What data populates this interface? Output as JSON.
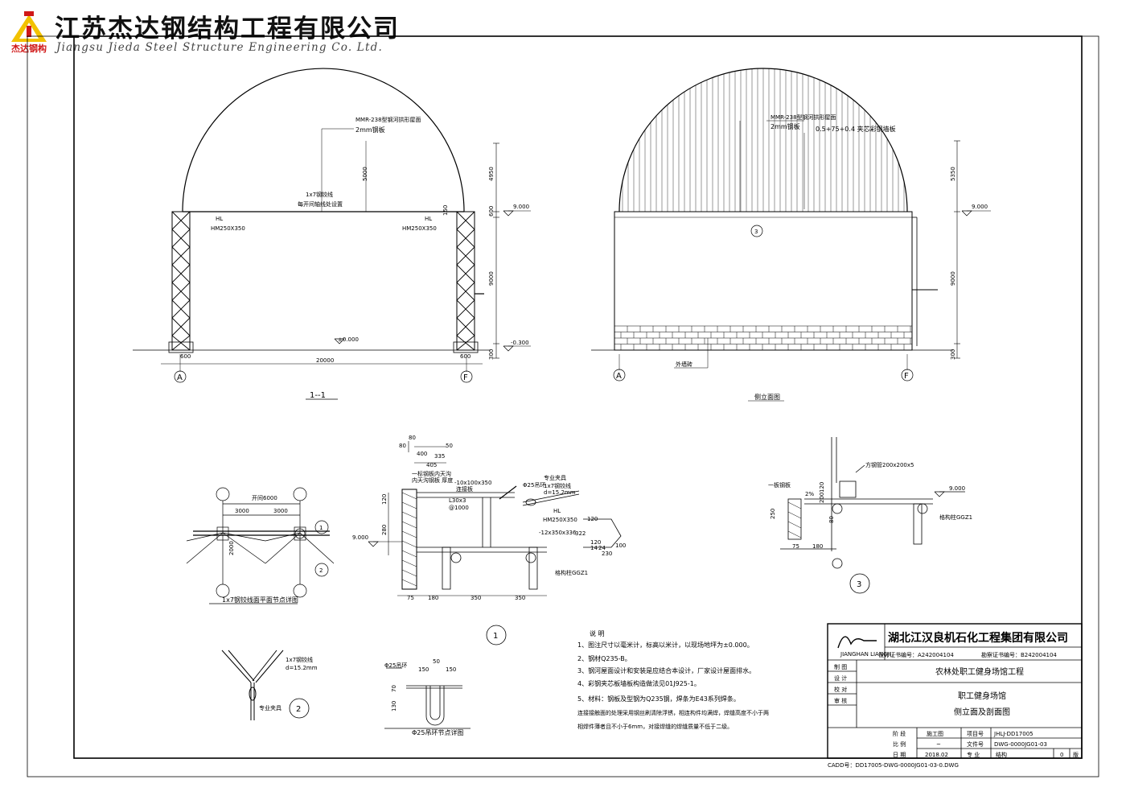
{
  "header": {
    "company_cn": "江苏杰达钢结构工程有限公司",
    "company_en": "Jiangsu Jieda Steel Structure Engineering Co. Ltd.",
    "logo_text": "杰达钢构"
  },
  "section_view": {
    "roof_label": "MMR-238型钢河拱形屋面",
    "roof_sub": "2mm钢板",
    "tie_label": "1x7钢铰线",
    "tie_sub": "每开间轴线处设置",
    "left_beam_1": "HL",
    "left_beam_2": "HM250X350",
    "right_beam_1": "HL",
    "right_beam_2": "HM250X350",
    "dim_rise": "5000",
    "dim_4950": "4950",
    "dim_600": "600",
    "dim_9000": "9000",
    "dim_300": "300",
    "dim_span": "20000",
    "dim_left_600": "600",
    "dim_right_600": "600",
    "dim_150": "150",
    "elev_top": "9.000",
    "elev_zero": "±0.000",
    "elev_bottom": "-0.300",
    "axis_a": "A",
    "axis_f": "F",
    "title": "1--1"
  },
  "side_view": {
    "roof_label": "MMR-238型钢河拱形屋面",
    "roof_sub": "2mm钢板",
    "wall_label": "0.5+75+0.4 夹芯彩钢墙板",
    "dim_5350": "5350",
    "dim_9000": "9000",
    "dim_300": "300",
    "elev_top": "9.000",
    "callout_num": "3",
    "brick_label": "外墙砖",
    "axis_a": "A",
    "axis_f": "F",
    "title": "侧立面图"
  },
  "detail_cable": {
    "dim_total": "开间6000",
    "dim_left": "3000",
    "dim_right": "3000",
    "dim_2000": "2000",
    "ref_1": "1",
    "ref_2": "2",
    "title": "1x7钢铰线面平面节点详图"
  },
  "detail_2": {
    "label_1": "1x7钢铰线",
    "label_2": "d=15.2mm",
    "label_3": "专业夹具",
    "number": "2"
  },
  "detail_1": {
    "d80": "80",
    "d80b": "80",
    "d400": "400",
    "d335": "335",
    "d50": "50",
    "d405": "405",
    "plate_label": "-10x100x350",
    "connect_label": "连接板",
    "ring_label": "Φ25吊环",
    "clamp_label": "专业夹具",
    "cable_1": "1x7钢铰线",
    "cable_2": "d=15.2mm",
    "angle_1": "L30x3",
    "angle_2": "@1000",
    "beam_1": "HL",
    "beam_2": "HM250X350",
    "plate2": "-12x350x336",
    "d120": "120",
    "d280": "280",
    "d322": "322",
    "d100": "100",
    "d14": "14",
    "d24": "24",
    "d230": "230",
    "d120b": "120",
    "elev": "9.000",
    "column": "格构柱GGZ1",
    "d75": "75",
    "d180": "180",
    "d350a": "350",
    "d350b": "350",
    "note_a": "一标钢板内天沟",
    "note_b": "内天沟钢板 厚度",
    "number": "1"
  },
  "detail_ring": {
    "d50": "50",
    "d150a": "150",
    "d150b": "150",
    "d70": "70",
    "d130": "130",
    "ring_label": "Φ25吊环",
    "title": "Φ25吊环节点详图"
  },
  "detail_3": {
    "tube_label": "方钢管200x200x5",
    "plate_label": "一板钢板",
    "d120": "120",
    "d200": "200",
    "d250": "250",
    "d80": "80",
    "d2pct": "2%",
    "d75": "75",
    "d180": "180",
    "elev": "9.000",
    "column": "格构柱GGZ1",
    "number": "3"
  },
  "notes": {
    "heading": "说 明",
    "lines": [
      "1、图注尺寸以毫米计，标高以米计，以现场地坪为±0.000。",
      "2、钢材Q235-B。",
      "3、钢河屋面设计和安装是应结合本设计，厂家设计屋面排水。",
      "4、彩钢夹芯板墙板构造做法见01J925-1。",
      "5、材料：钢板及型钢为Q235钢，焊条为E43系列焊条。",
      "   连接接触面的处理采用钢丝刷清除浮锈，相连构件均满焊，焊缝高度不小于两",
      "   相焊件薄者且不小于6mm，对接焊缝的焊缝质量不低于二级。"
    ]
  },
  "title_block": {
    "company": "湖北江汉良机石化工程集团有限公司",
    "cert_1": "设计证书编号：A242004104",
    "cert_2": "勘察证书编号：B242004104",
    "logo_sub": "JIANGHAN LIANGJI",
    "project": "农林处职工健身场馆工程",
    "drawing_1": "职工健身场馆",
    "drawing_2": "侧立面及剖面图",
    "roles": [
      "制 图",
      "设 计",
      "校 对",
      "审 核"
    ],
    "stage_label": "阶 段",
    "stage_value": "施工图",
    "project_no_label": "项目号",
    "project_no": "JHLJ-DD17005",
    "scale_label": "比 例",
    "scale_value": "~",
    "file_label": "文件号",
    "file_value": "DWG-0000JG01-03",
    "date_label": "日 期",
    "date_value": "2018.02",
    "spec_label": "专 业",
    "spec_value": "结构",
    "version_value": "0",
    "version_label": "版",
    "cadd": "CADD号：DD17005-DWG-0000JG01-03-0.DWG"
  },
  "colors": {
    "logo_red": "#d01818",
    "logo_yellow": "#f2c200",
    "line": "#000000"
  }
}
